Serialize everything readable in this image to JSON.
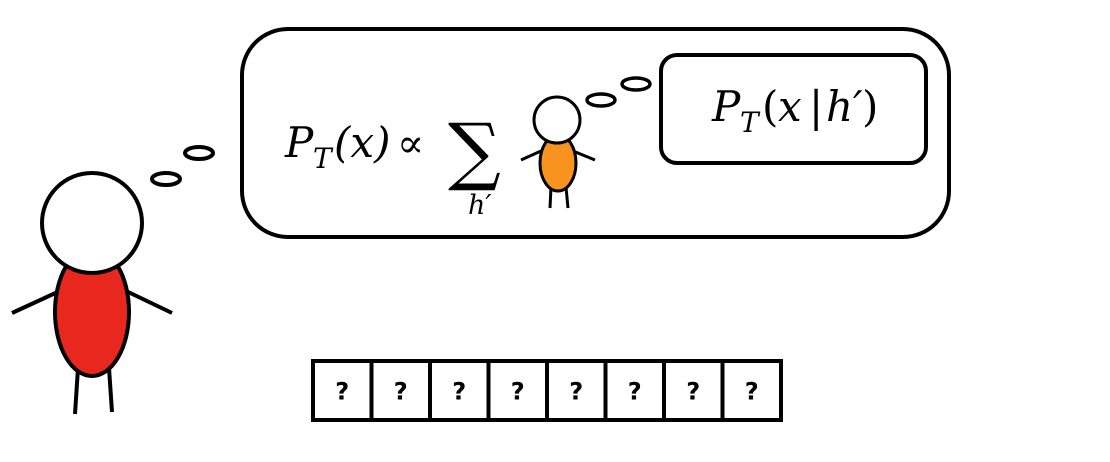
{
  "formula": {
    "lhs_symbol": "P",
    "lhs_subscript": "T",
    "lhs_arg": "(x)",
    "relation": "∝",
    "sum_symbol": "∑",
    "sum_index": "h′"
  },
  "inner_thought": {
    "symbol": "P",
    "subscript": "T",
    "arg_open": "(",
    "arg_x": "x",
    "bar": "|",
    "arg_h": "h′",
    "arg_close": ")"
  },
  "sequence": {
    "cells": [
      "?",
      "?",
      "?",
      "?",
      "?",
      "?",
      "?",
      "?"
    ]
  },
  "colors": {
    "large_person_body": "#e8281f",
    "small_person_body": "#f7931e",
    "outline": "#000000"
  }
}
